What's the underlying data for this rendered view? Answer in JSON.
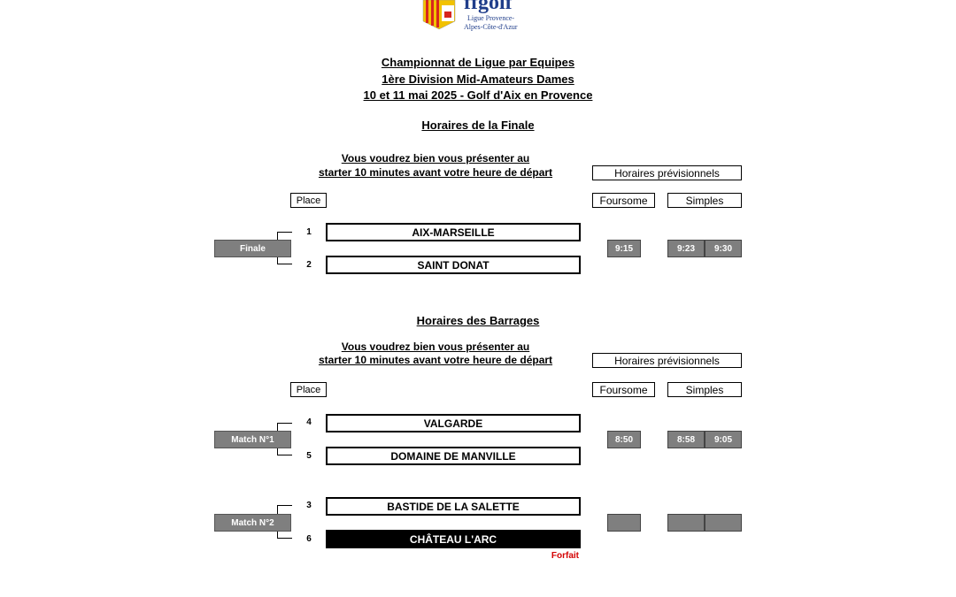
{
  "header": {
    "logo_text": "ffgolf",
    "logo_sub1": "Ligue Provence-",
    "logo_sub2": "Alpes-Côte-d'Azur",
    "title1": "Championnat de Ligue par Equipes",
    "title2": "1ère Division Mid-Amateurs Dames",
    "title3": "10 et 11 mai 2025 - Golf d'Aix en Provence"
  },
  "finale": {
    "heading": "Horaires de la Finale",
    "notice1": "Vous voudrez bien vous présenter au",
    "notice2": "starter 10 minutes avant votre heure de départ",
    "previsionnels": "Horaires prévisionnels",
    "place_label": "Place",
    "foursome_label": "Foursome",
    "simples_label": "Simples",
    "match_label": "Finale",
    "teams": [
      {
        "place": "1",
        "name": "AIX-MARSEILLE"
      },
      {
        "place": "2",
        "name": "SAINT DONAT"
      }
    ],
    "foursome_time": "9:15",
    "simples_times": [
      "9:23",
      "9:30"
    ]
  },
  "barrages": {
    "heading": "Horaires des Barrages",
    "notice1": "Vous voudrez bien vous présenter au",
    "notice2": "starter 10 minutes avant votre heure de départ",
    "previsionnels": "Horaires prévisionnels",
    "place_label": "Place",
    "foursome_label": "Foursome",
    "simples_label": "Simples",
    "match1": {
      "label": "Match N°1",
      "teams": [
        {
          "place": "4",
          "name": "VALGARDE"
        },
        {
          "place": "5",
          "name": "DOMAINE DE MANVILLE"
        }
      ],
      "foursome_time": "8:50",
      "simples_times": [
        "8:58",
        "9:05"
      ]
    },
    "match2": {
      "label": "Match N°2",
      "teams": [
        {
          "place": "3",
          "name": "BASTIDE DE LA SALETTE"
        },
        {
          "place": "6",
          "name": "CHÂTEAU L'ARC"
        }
      ],
      "foursome_time": "",
      "simples_times": [
        "",
        ""
      ],
      "forfait_label": "Forfait"
    }
  },
  "colors": {
    "gray": "#7f7f7f",
    "forfait": "#d40000",
    "logo_red": "#d7261e",
    "logo_yellow": "#f2c200",
    "logo_blue": "#1f3d8a"
  }
}
